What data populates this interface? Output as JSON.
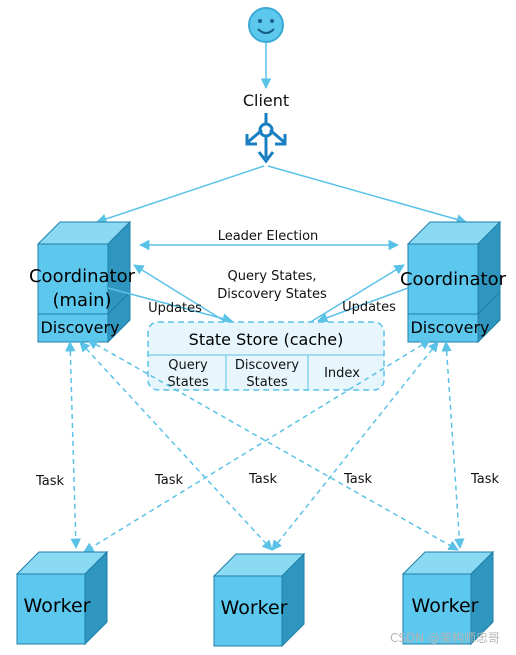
{
  "client": {
    "label": "Client"
  },
  "coordinators": {
    "main": {
      "label_line1": "Coordinator",
      "label_line2": "(main)",
      "section": "Discovery"
    },
    "secondary": {
      "label": "Coordinator",
      "section": "Discovery"
    }
  },
  "edges": {
    "leader_election": "Leader Election",
    "query_states_line1": "Query States,",
    "query_states_line2": "Discovery States",
    "updates_left": "Updates",
    "updates_right": "Updates",
    "task": "Task"
  },
  "state_store": {
    "title": "State Store (cache)",
    "cells": [
      {
        "line1": "Query",
        "line2": "States"
      },
      {
        "line1": "Discovery",
        "line2": "States"
      },
      {
        "line1": "Index",
        "line2": ""
      }
    ]
  },
  "workers": [
    {
      "label": "Worker"
    },
    {
      "label": "Worker"
    },
    {
      "label": "Worker"
    }
  ],
  "watermark": "CSDN @架构师忠哥",
  "colors": {
    "line": "#5bc2e7",
    "cube_front": "#5cc8ee",
    "cube_top": "#8bdaf4",
    "cube_side": "#2f97bf",
    "cube_stroke": "#1f7fa8",
    "store_fill": "#e6f6fc",
    "hub": "#1a7fc1"
  }
}
